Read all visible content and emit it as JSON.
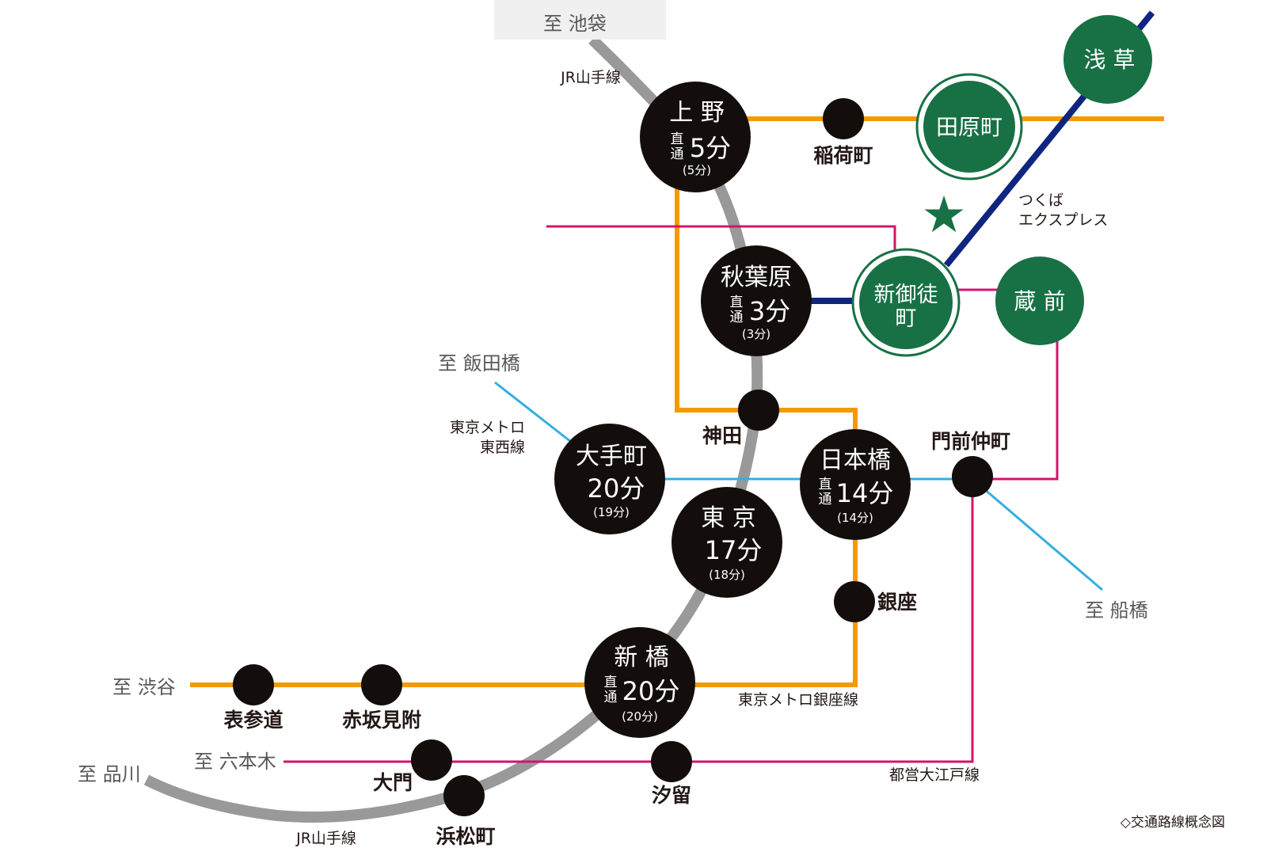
{
  "colors": {
    "jr_yamanote": "#999999",
    "ginza": "#f39a00",
    "oedo": "#d3146b",
    "tozai": "#34aee2",
    "tsukuba": "#10257f",
    "station_dark": "#130e0c",
    "station_green": "#177145",
    "text_dark": "#231815",
    "text_gray": "#595757",
    "label_box": "#f0f0f0"
  },
  "directions": {
    "ikebukuro": "至 池袋",
    "iidabashi": "至 飯田橋",
    "funabashi": "至 船橋",
    "shibuya": "至 渋谷",
    "roppongi": "至 六本木",
    "shinagawa": "至 品川"
  },
  "lines": {
    "jr_top": "JR山手線",
    "jr_bottom": "JR山手線",
    "tsukuba": [
      "つくば",
      "エクスプレス"
    ],
    "tozai": [
      "東京メトロ",
      "東西線"
    ],
    "ginza": "東京メトロ銀座線",
    "oedo": "都営大江戸線"
  },
  "key_stations": {
    "ueno": {
      "name": "上 野",
      "direct": [
        "直",
        "通"
      ],
      "time": "5分",
      "alt": "(5分)"
    },
    "akihabara": {
      "name": "秋葉原",
      "direct": [
        "直",
        "通"
      ],
      "time": "3分",
      "alt": "(3分)"
    },
    "otemachi": {
      "name": "大手町",
      "time": "20分",
      "alt": "(19分)"
    },
    "tokyo": {
      "name": "東 京",
      "time": "17分",
      "alt": "(18分)"
    },
    "nihonbashi": {
      "name": "日本橋",
      "direct": [
        "直",
        "通"
      ],
      "time": "14分",
      "alt": "(14分)"
    },
    "shimbashi": {
      "name": "新 橋",
      "direct": [
        "直",
        "通"
      ],
      "time": "20分",
      "alt": "(20分)"
    }
  },
  "green_stations": {
    "asakusa": "浅 草",
    "tawaramachi": "田原町",
    "shin_okachimachi": [
      "新御徒",
      "町"
    ],
    "kuramae": "蔵 前"
  },
  "small_stations": {
    "inaricho": "稲荷町",
    "kanda": "神田",
    "monzen_nakacho": "門前仲町",
    "ginza": "銀座",
    "omotesando": "表参道",
    "akasaka_mitsuke": "赤坂見附",
    "daimon": "大門",
    "shiodome": "汐留",
    "hamamatsucho": "浜松町"
  },
  "marker": "★",
  "note": "◇交通路線概念図"
}
